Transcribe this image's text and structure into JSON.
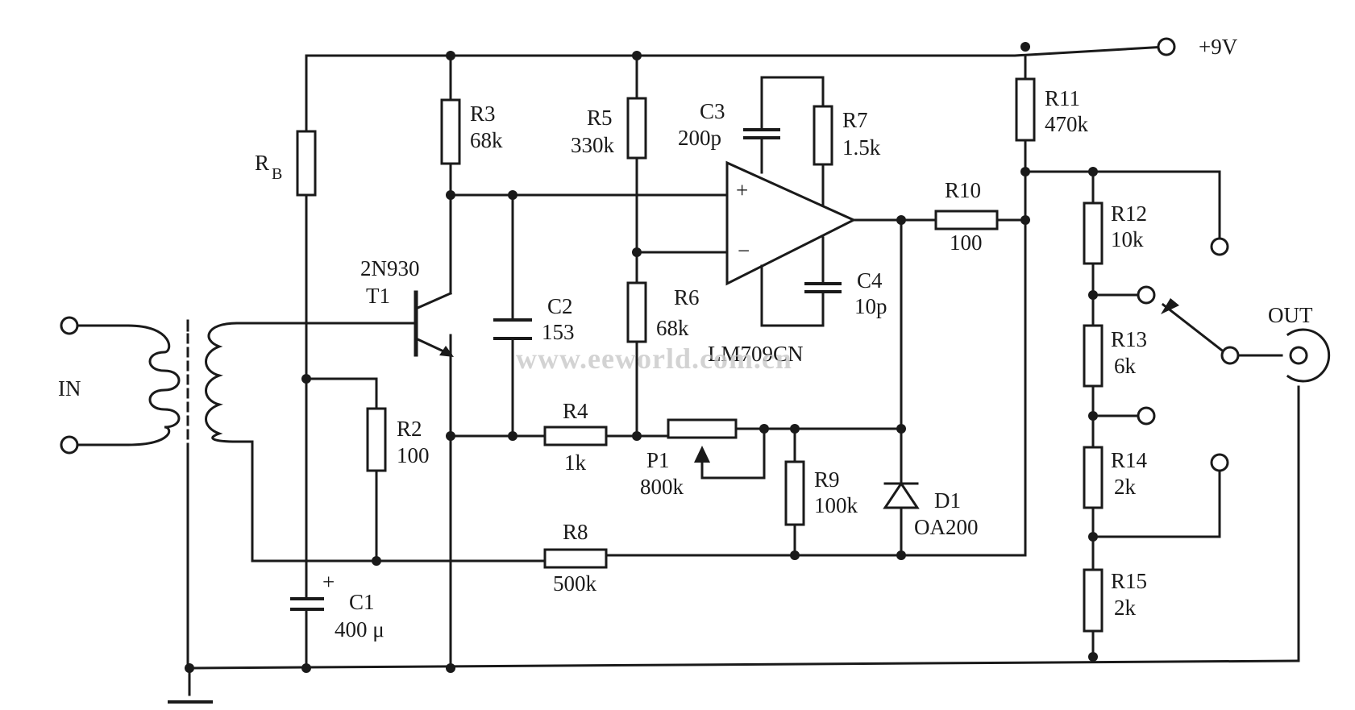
{
  "labels": {
    "supply": "+9V",
    "input": "IN",
    "output": "OUT",
    "rb_main": "R",
    "rb_sub": "B",
    "t1_type": "2N930",
    "t1_ref": "T1",
    "r2_ref": "R2",
    "r2_val": "100",
    "r3_ref": "R3",
    "r3_val": "68k",
    "r4_ref": "R4",
    "r4_val": "1k",
    "r5_ref": "R5",
    "r5_val": "330k",
    "r6_ref": "R6",
    "r6_val": "68k",
    "r7_ref": "R7",
    "r7_val": "1.5k",
    "r8_ref": "R8",
    "r8_val": "500k",
    "r9_ref": "R9",
    "r9_val": "100k",
    "r10_ref": "R10",
    "r10_val": "100",
    "r11_ref": "R11",
    "r11_val": "470k",
    "r12_ref": "R12",
    "r12_val": "10k",
    "r13_ref": "R13",
    "r13_val": "6k",
    "r14_ref": "R14",
    "r14_val": "2k",
    "r15_ref": "R15",
    "r15_val": "2k",
    "c1_ref": "C1",
    "c1_val": "400 μ",
    "c1_polarity": "+",
    "c2_ref": "C2",
    "c2_val": "153",
    "c3_ref": "C3",
    "c3_val": "200p",
    "c4_ref": "C4",
    "c4_val": "10p",
    "p1_ref": "P1",
    "p1_val": "800k",
    "d1_ref": "D1",
    "d1_val": "OA200",
    "ic_type": "LM709CN",
    "opamp_plus": "+",
    "opamp_minus": "−"
  },
  "watermark": "www.eeworld.com.cn"
}
